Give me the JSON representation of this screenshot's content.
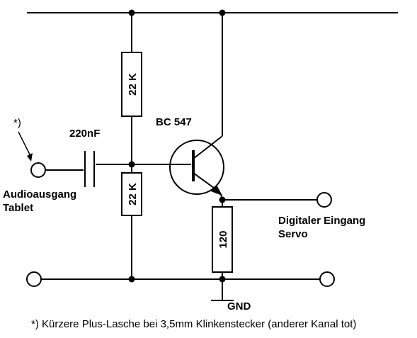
{
  "labels": {
    "asterisk": "*)",
    "capacitor": "220nF",
    "r_top": "22 K",
    "r_bottom": "22 K",
    "r_emitter": "120",
    "transistor": "BC 547",
    "input_line1": "Audioausgang",
    "input_line2": "Tablet",
    "output_line1": "Digitaler Eingang",
    "output_line2": "Servo",
    "ground": "GND"
  },
  "footnote": "*) Kürzere Plus-Lasche bei 3,5mm Klinkenstecker (anderer Kanal tot)"
}
